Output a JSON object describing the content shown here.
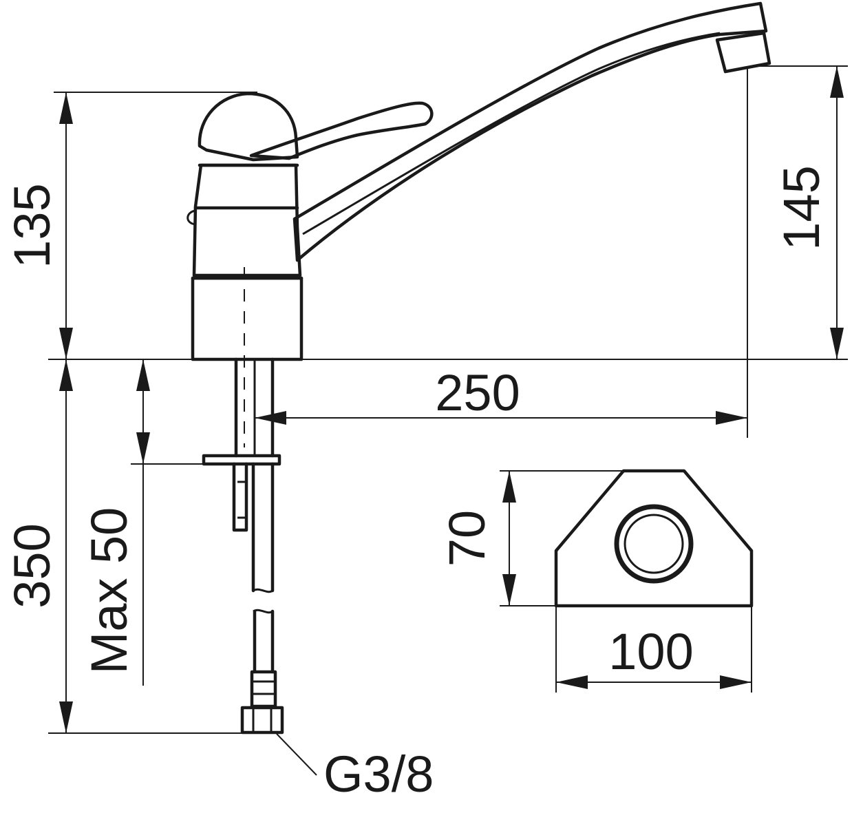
{
  "dimensions": {
    "body_height": "135",
    "spout_height": "145",
    "spout_reach": "250",
    "hose_length": "350",
    "max_deck_thickness": "Max 50",
    "base_depth": "70",
    "base_width": "100"
  },
  "connection_label": "G3/8",
  "colors": {
    "line": "#1a1a1a",
    "background": "#ffffff"
  }
}
